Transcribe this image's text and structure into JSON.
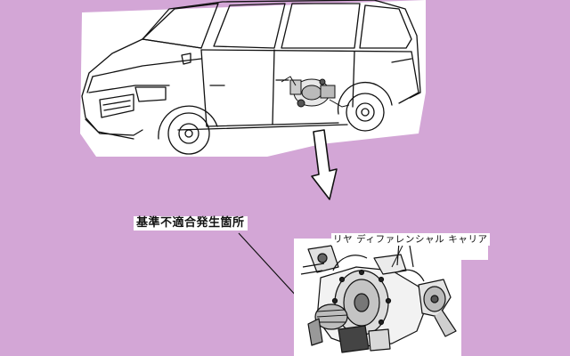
{
  "callout_label": "基準不適合発生箇所",
  "part_label": "リヤ ディファレンシャル キャリア",
  "colors": {
    "background": "#d3a6d6",
    "line": "#111111",
    "panel": "#ffffff"
  },
  "icons": [
    "van-illustration",
    "down-arrow-icon",
    "differential-carrier-illustration"
  ]
}
